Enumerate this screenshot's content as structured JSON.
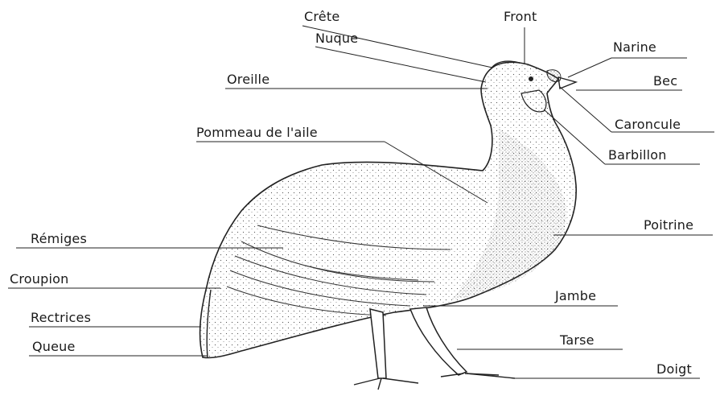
{
  "diagram": {
    "labels": {
      "crete": "Crête",
      "front": "Front",
      "nuque": "Nuque",
      "narine": "Narine",
      "oreille": "Oreille",
      "bec": "Bec",
      "caroncule": "Caroncule",
      "pommeau": "Pommeau de l'aile",
      "barbillon": "Barbillon",
      "poitrine": "Poitrine",
      "remiges": "Rémiges",
      "croupion": "Croupion",
      "jambe": "Jambe",
      "rectrices": "Rectrices",
      "tarse": "Tarse",
      "queue": "Queue",
      "doigt": "Doigt"
    }
  }
}
